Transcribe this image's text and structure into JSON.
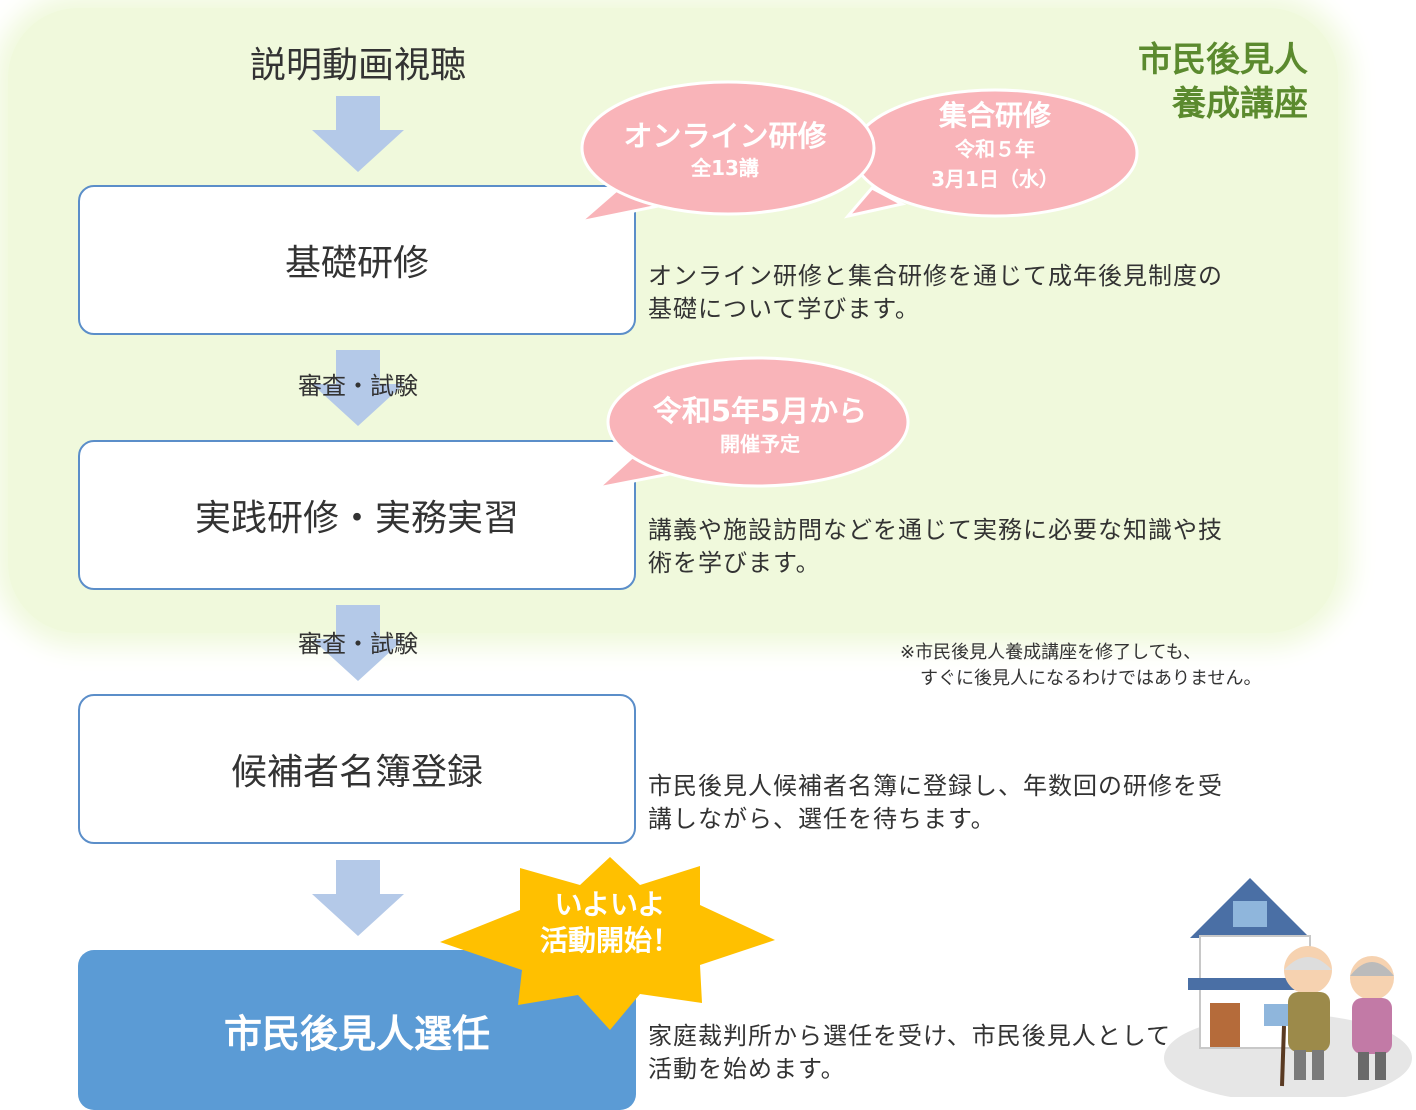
{
  "course_title": [
    "市民後見人",
    "養成講座"
  ],
  "steps": {
    "video": "説明動画視聴",
    "basic": "基礎研修",
    "practical": "実践研修・実務実習",
    "register": "候補者名簿登録",
    "appoint": "市民後見人選任"
  },
  "arrow_labels": [
    "審査・試験",
    "審査・試験"
  ],
  "descriptions": {
    "basic": [
      "オンライン研修と集合研修を通じて成年後見制度の",
      "基礎について学びます。"
    ],
    "practical": [
      "講義や施設訪問などを通じて実務に必要な知識や技",
      "術を学びます。"
    ],
    "register": [
      "市民後見人候補者名簿に登録し、年数回の研修を受",
      "講しながら、選任を待ちます。"
    ],
    "appoint": [
      "家庭裁判所から選任を受け、市民後見人として",
      "活動を始めます。"
    ]
  },
  "bubbles": {
    "online": [
      "オンライン研修",
      "全13講"
    ],
    "group": [
      "集合研修",
      "令和５年",
      "3月1日（水）"
    ],
    "practical": [
      "令和5年5月から",
      "開催予定"
    ]
  },
  "note": [
    "※市民後見人養成講座を修了しても、",
    "すぐに後見人になるわけではありません。"
  ],
  "burst": [
    "いよいよ",
    "活動開始！"
  ],
  "colors": {
    "panel": "#f0f9dc",
    "course_title": "#5b8a2e",
    "arrow": "#b4c9e8",
    "box_border": "#5b8ec9",
    "final_box": "#5b9bd5",
    "bubble": "#f9b4b9",
    "burst": "#ffc000"
  },
  "illustration": "house-with-elderly-couple"
}
